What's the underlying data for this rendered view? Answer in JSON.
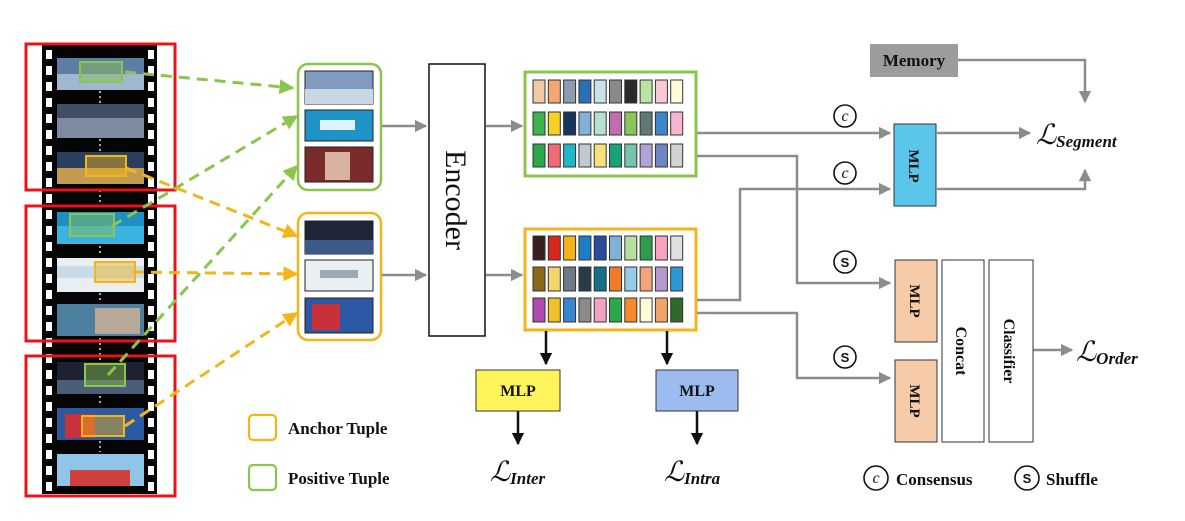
{
  "labels": {
    "memory": "Memory",
    "encoder": "Encoder",
    "mlp": "MLP",
    "concat": "Concat",
    "classifier": "Classifier",
    "loss_symbol": "ℒ",
    "loss_segment_sub": "Segment",
    "loss_order_sub": "Order",
    "loss_inter_sub": "Inter",
    "loss_intra_sub": "Intra",
    "consensus_symbol": "c",
    "shuffle_symbol": "S"
  },
  "legend": {
    "anchor": "Anchor Tuple",
    "positive": "Positive Tuple",
    "consensus": "Consensus",
    "shuffle": "Shuffle"
  },
  "colors": {
    "frame_red": "#e8141b",
    "positive_green": "#8cc44e",
    "anchor_yellow": "#f2b51a",
    "arrow_gray": "#8c8c8c",
    "memory_gray": "#9c9c9c",
    "mlp_blue": "#5bc6ec",
    "mlp_peach": "#f7cba8",
    "mlp_yellow": "#fff45c",
    "mlp_periwinkle": "#9cbcf0"
  },
  "feature_rows_green": [
    [
      "#f2c9a4",
      "#f4a572",
      "#8f9bb1",
      "#2c6fb7",
      "#c7e2ea",
      "#8a8a8a",
      "#2a2a2a",
      "#b9e3a3",
      "#f7c8d6",
      "#fffbd9"
    ],
    [
      "#3cb44b",
      "#f6d321",
      "#17365d",
      "#7fb2d6",
      "#b7dfd0",
      "#c26dad",
      "#89c55a",
      "#5f7a76",
      "#3e86c8",
      "#f5b6d4"
    ],
    [
      "#2aa84a",
      "#f26a74",
      "#1fb8c9",
      "#bfc9d3",
      "#f8e17a",
      "#16a37a",
      "#75c2b0",
      "#b2a3d6",
      "#6f86c2",
      "#d2d2d2"
    ]
  ],
  "feature_rows_yellow": [
    [
      "#3a1d1d",
      "#d7281e",
      "#f6b21a",
      "#1b7fc4",
      "#2b4b9a",
      "#7fb2d6",
      "#b7dfa0",
      "#2e9b4e",
      "#f6a2c0",
      "#e0e0e0"
    ],
    [
      "#8a6a1a",
      "#f5d36d",
      "#6c7a8a",
      "#2a3b4a",
      "#1a6d8a",
      "#f07c2a",
      "#94cbe6",
      "#f2a57a",
      "#b49ad0",
      "#2a9ad6"
    ],
    [
      "#b04ab0",
      "#f2c12a",
      "#3a86d2",
      "#8a8a8a",
      "#f2a2c2",
      "#2aa84a",
      "#f68a2a",
      "#fffbd9",
      "#f0a46a",
      "#2f6a2a"
    ]
  ]
}
